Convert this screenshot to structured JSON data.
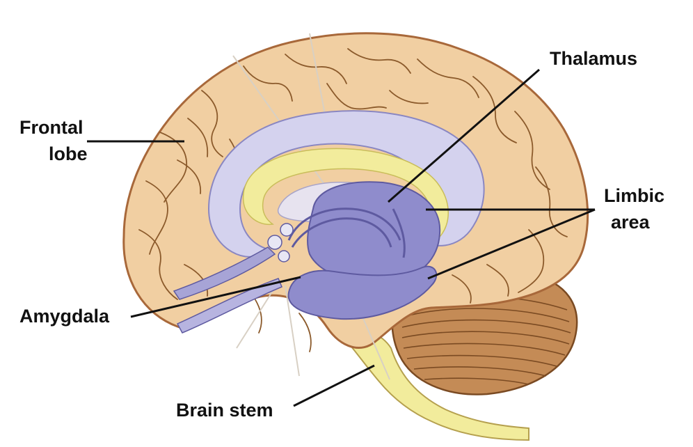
{
  "labels": {
    "frontal_line1": "Frontal",
    "frontal_line2": "lobe",
    "thalamus": "Thalamus",
    "limbic_line1": "Limbic",
    "limbic_line2": "area",
    "amygdala": "Amygdala",
    "brain_stem": "Brain stem"
  },
  "colors": {
    "background": "#ffffff",
    "cortex_fill": "#f1cfa2",
    "cortex_outline": "#a8683a",
    "limbic_light": "#d4d2ee",
    "limbic_dark": "#8f8ccc",
    "corpus_yellow": "#f2ec9c",
    "cerebellum": "#c48b56",
    "leader_line": "#111111"
  }
}
